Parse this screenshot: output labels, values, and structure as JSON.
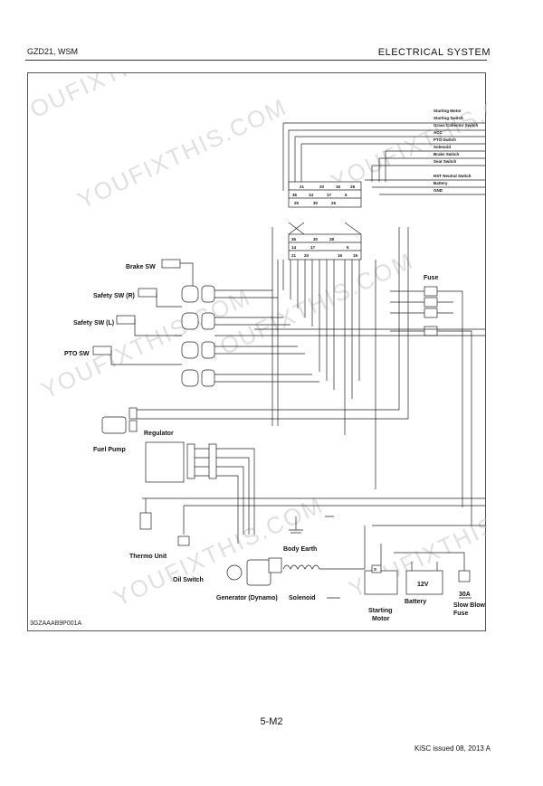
{
  "header": {
    "left": "GZD21, WSM",
    "right": "ELECTRICAL SYSTEM"
  },
  "figure_id": "3GZAAAB9P001A",
  "page_number": "5-M2",
  "footer": "KiSC issued 08, 2013 A",
  "watermark": "YOUFIXTHIS.COM",
  "legend": [
    "Starting Motor",
    "Starting Switch",
    "Grass Collector Switch",
    "ACC",
    "PTO Switch",
    "Solenoid",
    "Brake Switch",
    "Seat Switch",
    "HST Neutral Switch",
    "Battery",
    "GND"
  ],
  "components": {
    "brake_sw": "Brake SW",
    "safety_sw_r": "Safety SW (R)",
    "safety_sw_l": "Safety SW (L)",
    "pto_sw": "PTO SW",
    "fuse": "Fuse",
    "fuel_pump": "Fuel Pump",
    "regulator": "Regulator",
    "thermo_unit": "Thermo Unit",
    "oil_switch": "Oil Switch",
    "generator": "Generator (Dynamo)",
    "solenoid": "Solenoid",
    "body_earth": "Body Earth",
    "starting_motor_1": "Starting",
    "starting_motor_2": "Motor",
    "battery": "Battery",
    "battery_voltage": "12V",
    "motor_s": "S",
    "fuse_rating": "30A",
    "slow_blow_1": "Slow Blow",
    "slow_blow_2": "Fuse"
  },
  "connector_top": [
    "21",
    "20",
    "16",
    "28",
    "36",
    "14",
    "17",
    "6",
    "25",
    "30",
    "26"
  ],
  "connector_mid": [
    "36",
    "30",
    "28",
    "14",
    "17",
    "6",
    "21",
    "20",
    "16",
    "15"
  ]
}
